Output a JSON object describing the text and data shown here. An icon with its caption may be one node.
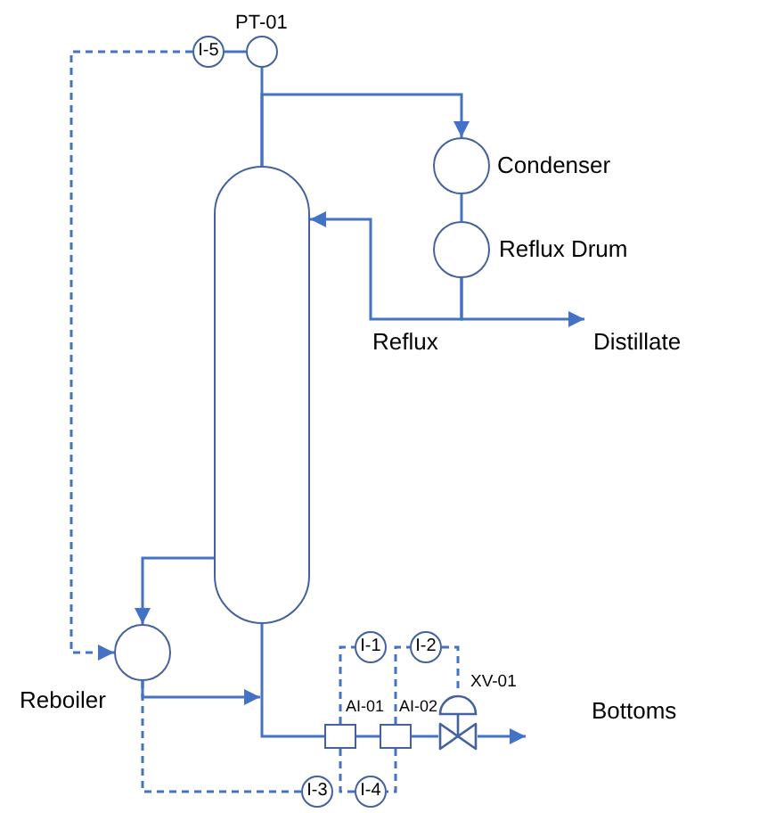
{
  "diagram": {
    "nodes": [
      {
        "text": [
          "I-5"
        ]
      },
      {
        "text": [],
        "shape": "circle",
        "beside": [
          "PT-01"
        ]
      },
      {
        "text": [],
        "shape": "vessel"
      },
      {
        "text": [],
        "shape": "circle",
        "beside": [
          "Condenser"
        ]
      },
      {
        "text": [],
        "shape": "circle",
        "beside": [
          "Reflux Drum"
        ]
      },
      {
        "text": [],
        "shape": "circle",
        "beside": [
          "Reboiler"
        ]
      },
      {
        "text": [
          "I-1"
        ]
      },
      {
        "text": [
          "I-2"
        ]
      },
      {
        "text": [],
        "shape": "box",
        "beside": [
          "AI-01"
        ]
      },
      {
        "text": [],
        "shape": "box",
        "beside": [
          "AI-02"
        ]
      },
      {
        "text": [],
        "shape": "valve",
        "beside": [
          "XV-01"
        ]
      },
      {
        "text": [
          "I-3"
        ]
      },
      {
        "text": [
          "I-4"
        ]
      }
    ],
    "edges": [
      {
        "from": 0,
        "to": 1,
        "arrow": "none"
      },
      {
        "from": 0,
        "to": 5,
        "arrow": "to",
        "style": "dashed"
      },
      {
        "from": 1,
        "to": 2,
        "arrow": "none"
      },
      {
        "from": 2,
        "to": 3,
        "arrow": "to"
      },
      {
        "from": 3,
        "to": 4,
        "arrow": "none"
      },
      {
        "from": 4,
        "to": 2,
        "arrow": "to",
        "label": "Reflux"
      },
      {
        "from": 4,
        "to": null,
        "arrow": "to",
        "label": "Distillate"
      },
      {
        "from": 2,
        "to": 5,
        "arrow": "to"
      },
      {
        "from": 5,
        "to": null,
        "arrow": "to"
      },
      {
        "from": 2,
        "to": 8,
        "arrow": "none"
      },
      {
        "from": 8,
        "to": 9,
        "arrow": "none"
      },
      {
        "from": 9,
        "to": 10,
        "arrow": "none"
      },
      {
        "from": 10,
        "to": null,
        "arrow": "to",
        "label": "Bottoms"
      },
      {
        "from": 8,
        "to": 6,
        "arrow": "none",
        "style": "dashed"
      },
      {
        "from": 9,
        "to": 7,
        "arrow": "none",
        "style": "dashed"
      },
      {
        "from": 7,
        "to": 10,
        "arrow": "none",
        "style": "dashed"
      },
      {
        "from": 5,
        "to": 11,
        "arrow": "none",
        "style": "dashed"
      },
      {
        "from": 8,
        "to": 12,
        "arrow": "none",
        "style": "dashed"
      },
      {
        "from": 9,
        "to": 12,
        "arrow": "none",
        "style": "dashed"
      }
    ]
  }
}
